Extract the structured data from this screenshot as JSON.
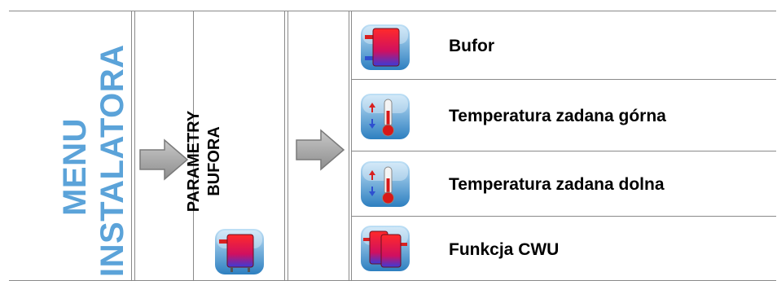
{
  "left_panel": {
    "title_line1": "MENU",
    "title_line2": "INSTALATORA",
    "title_color": "#5ba3d9"
  },
  "middle_panel": {
    "title_line1": "PARAMETRY",
    "title_line2": "BUFORA",
    "icon": "buffer-tank-icon"
  },
  "rows": [
    {
      "label": "Bufor",
      "icon": "buffer-tank-icon"
    },
    {
      "label": "Temperatura zadana górna",
      "icon": "thermometer-icon"
    },
    {
      "label": "Temperatura zadana dolna",
      "icon": "thermometer-icon"
    },
    {
      "label": "Funkcja CWU",
      "icon": "dhw-tanks-icon"
    }
  ]
}
